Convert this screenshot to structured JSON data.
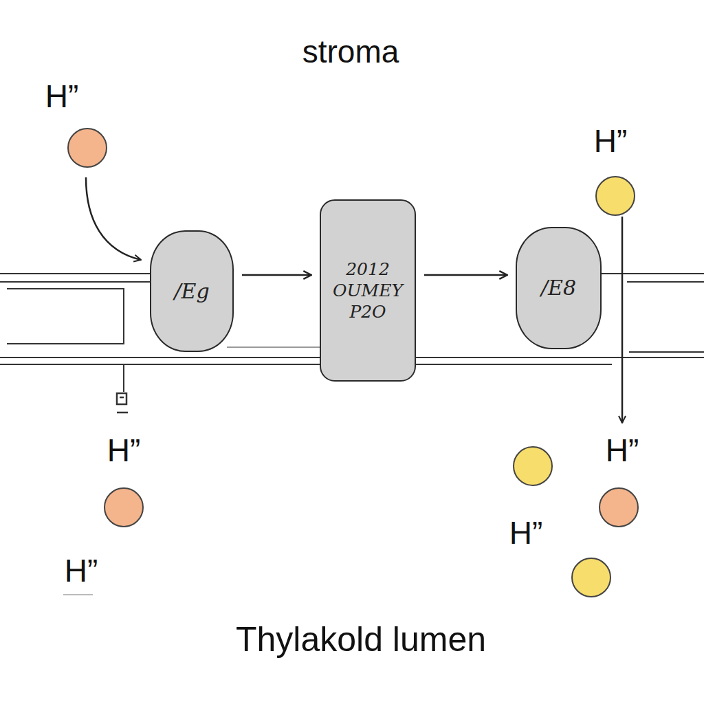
{
  "diagram": {
    "nodes": [
      {
        "text": [
          "/Eg"
        ]
      },
      {
        "text": [
          "2012 OUMEY P2O"
        ]
      },
      {
        "text": [
          "/E8"
        ]
      }
    ],
    "edges": [
      {
        "from": 0,
        "to": 1,
        "arrow": "to"
      },
      {
        "from": 1,
        "to": 2,
        "arrow": "to"
      }
    ],
    "labels": [
      "stroma",
      "H”",
      "H”",
      "H”",
      "H”",
      "H”",
      "H”",
      "Thylakold lumen"
    ]
  }
}
